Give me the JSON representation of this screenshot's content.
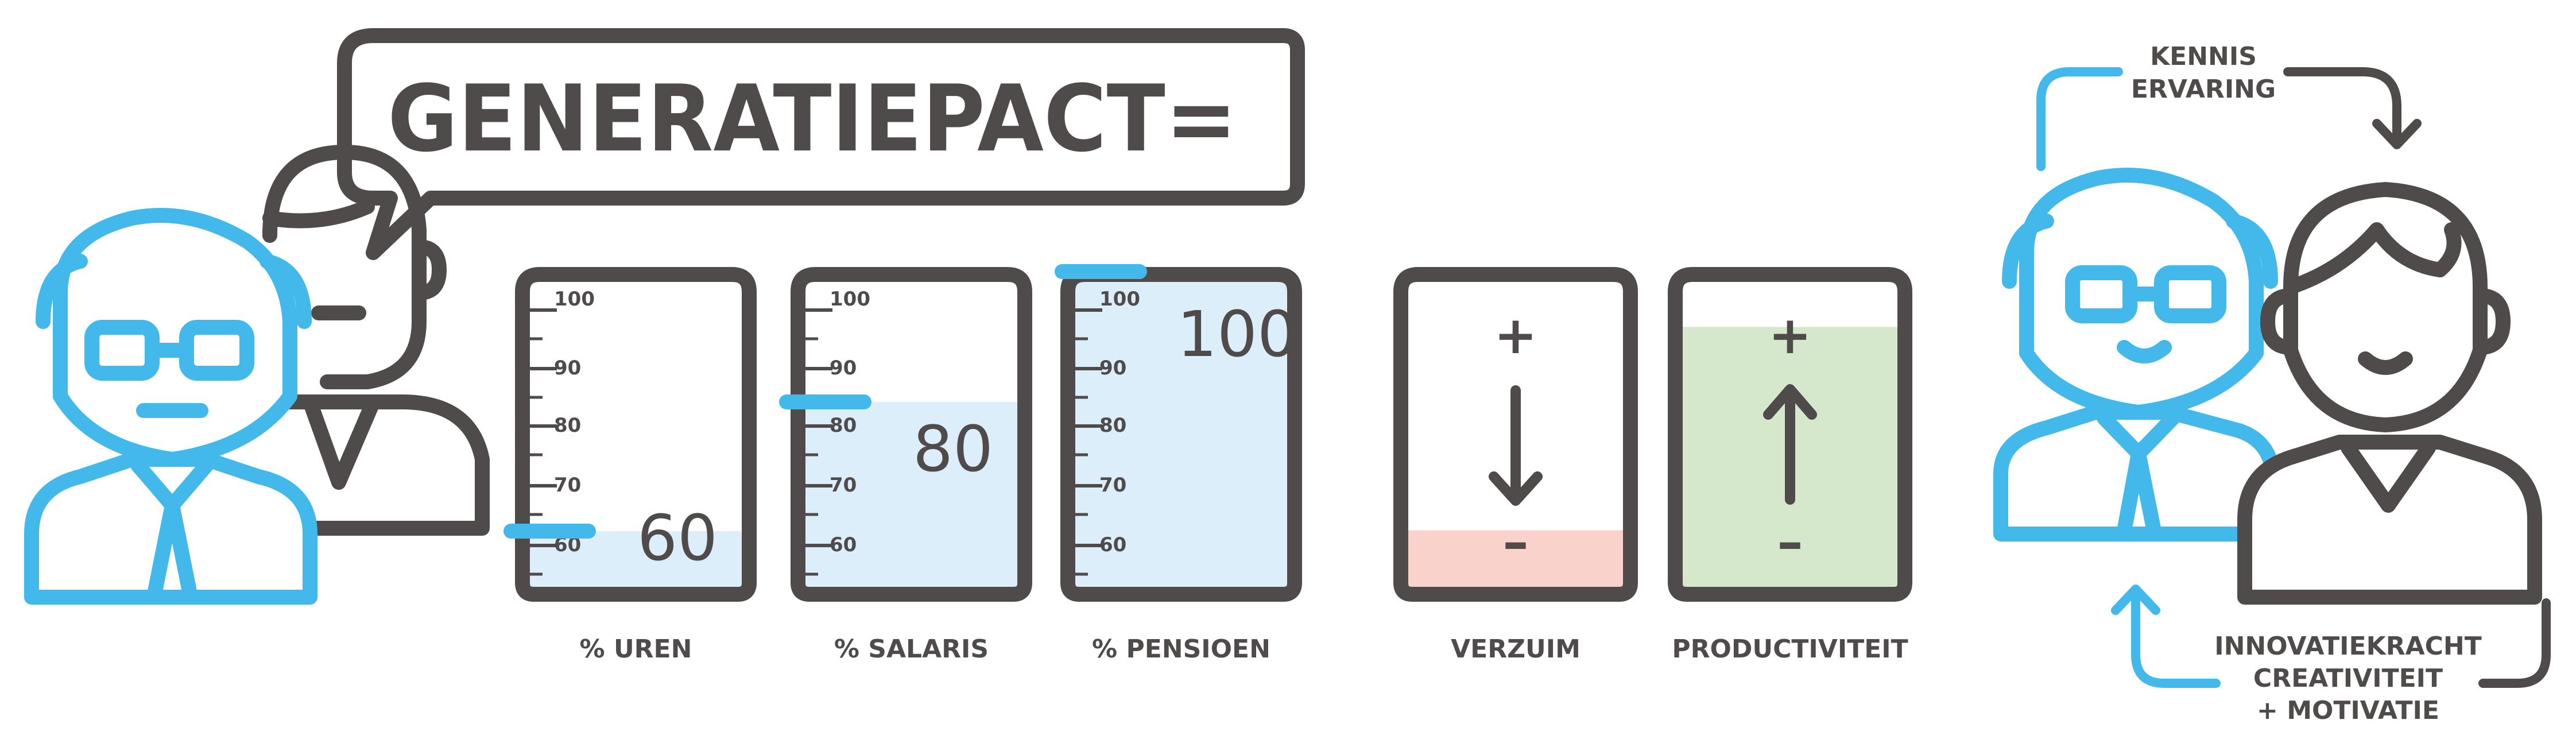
{
  "title": "GENERATIEPACT=",
  "meters": [
    {
      "label": "% UREN",
      "value_text": "60",
      "level": 60,
      "ticks": [
        "100",
        "90",
        "80",
        "70",
        "60"
      ]
    },
    {
      "label": "% SALARIS",
      "value_text": "80",
      "level": 80,
      "ticks": [
        "100",
        "90",
        "80",
        "70",
        "60"
      ]
    },
    {
      "label": "% PENSIOEN",
      "value_text": "100",
      "level": 100,
      "ticks": [
        "100",
        "90",
        "80",
        "70",
        "60"
      ]
    }
  ],
  "indicators": [
    {
      "label": "VERZUIM",
      "plus": "+",
      "minus": "–",
      "direction": "down",
      "fill_fraction": 0.2
    },
    {
      "label": "PRODUCTIVITEIT",
      "plus": "+",
      "minus": "–",
      "direction": "up",
      "fill_fraction": 0.8
    }
  ],
  "exchange": {
    "top_lines": [
      "KENNIS",
      "ERVARING"
    ],
    "bottom_lines": [
      "INNOVATIEKRACHT",
      "CREATIVITEIT",
      "+ MOTIVATIE"
    ]
  },
  "colors": {
    "dark": "#4f4b4a",
    "blue": "#42b9ea",
    "light_blue_fill": "#dbeefa",
    "pink_fill": "#f9d2cb",
    "green_fill": "#d6e8cc"
  }
}
